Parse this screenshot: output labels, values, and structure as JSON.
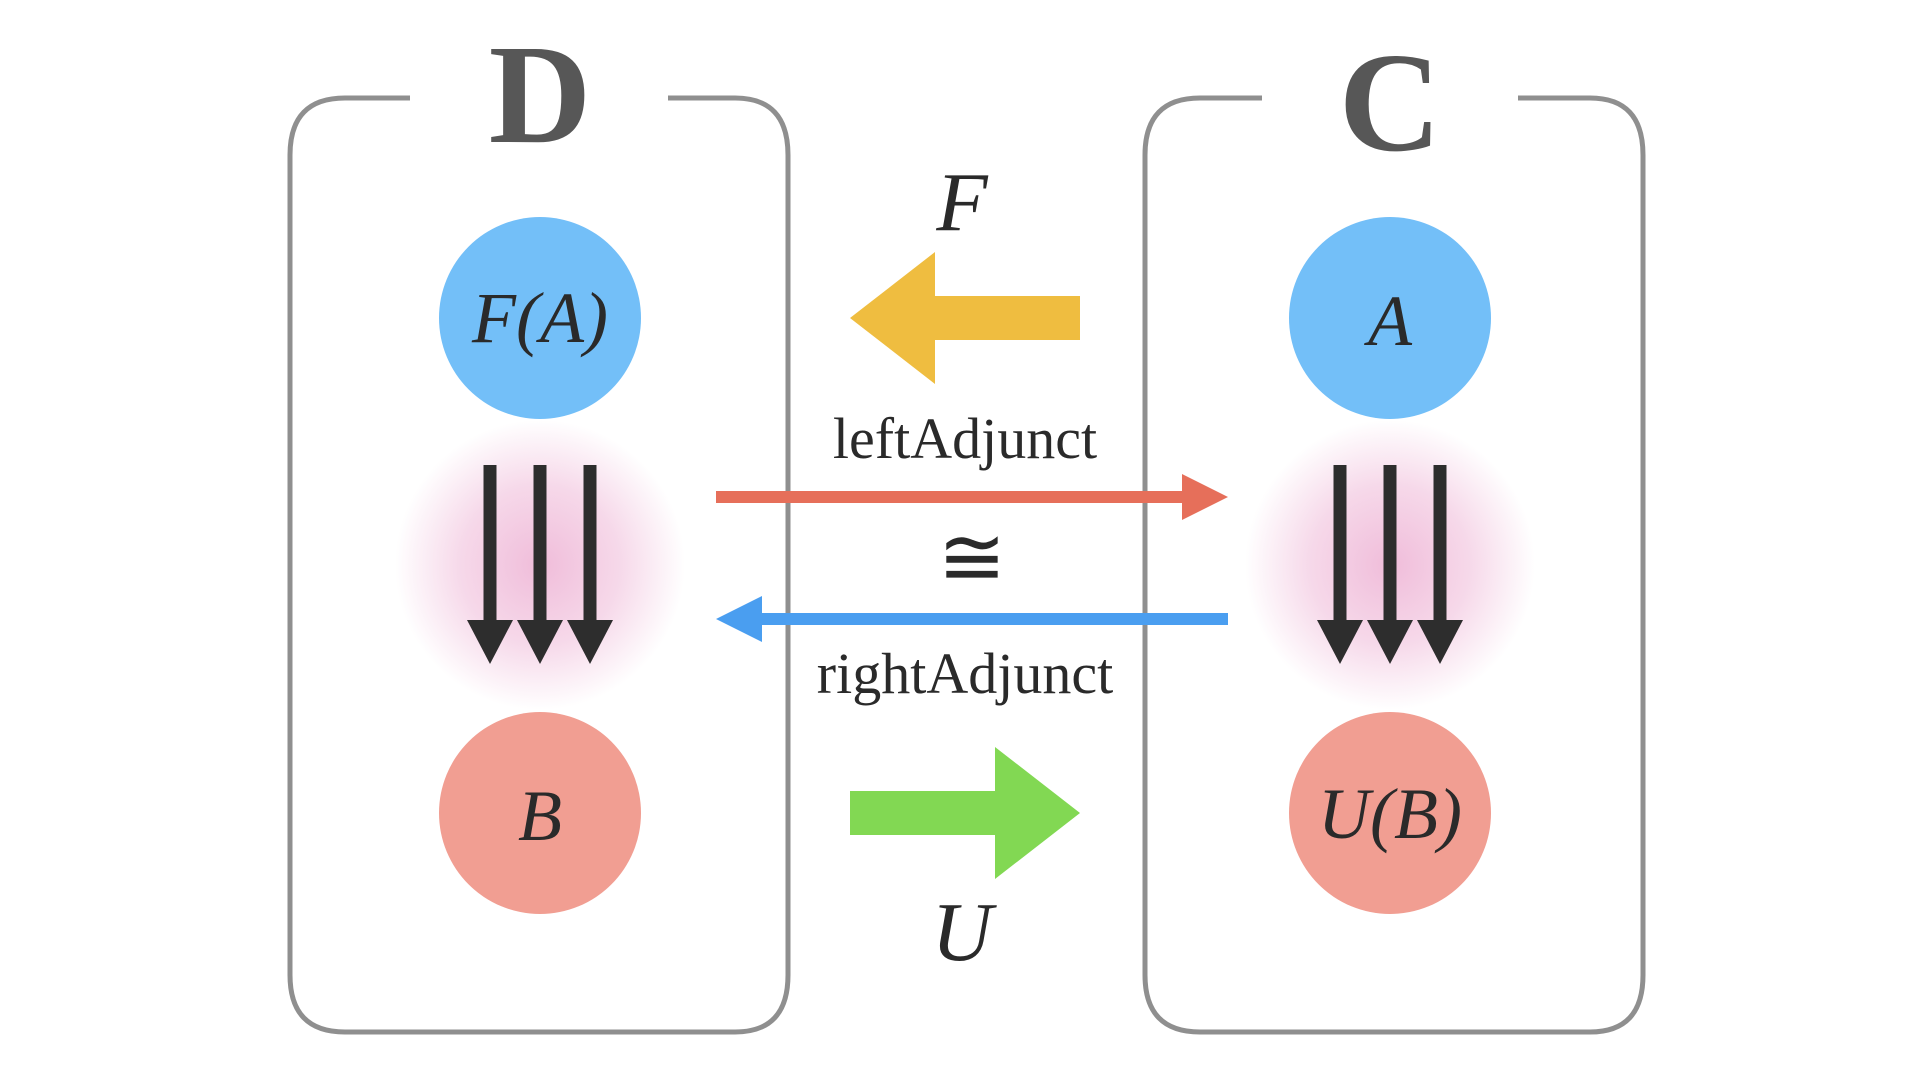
{
  "categories": {
    "left": {
      "title": "D"
    },
    "right": {
      "title": "C"
    }
  },
  "objects": {
    "left_top": "F(A)",
    "left_bottom": "B",
    "right_top": "A",
    "right_bottom": "U(B)"
  },
  "functors": {
    "top": "F",
    "bottom": "U"
  },
  "adjunction": {
    "left_adjunct": "leftAdjunct",
    "iso": "≅",
    "right_adjunct": "rightAdjunct"
  },
  "colors": {
    "frame": "#8f8f8f",
    "title": "#575757",
    "object_top": "#73bff8",
    "object_bottom": "#f19e92",
    "glow": "#efb9d8",
    "functor_F": "#efbd40",
    "functor_U": "#82d853",
    "left_adjunct_arrow": "#e66f5a",
    "right_adjunct_arrow": "#4a9ef0",
    "morphism": "#2d2d2d",
    "text": "#2a2a2a"
  }
}
